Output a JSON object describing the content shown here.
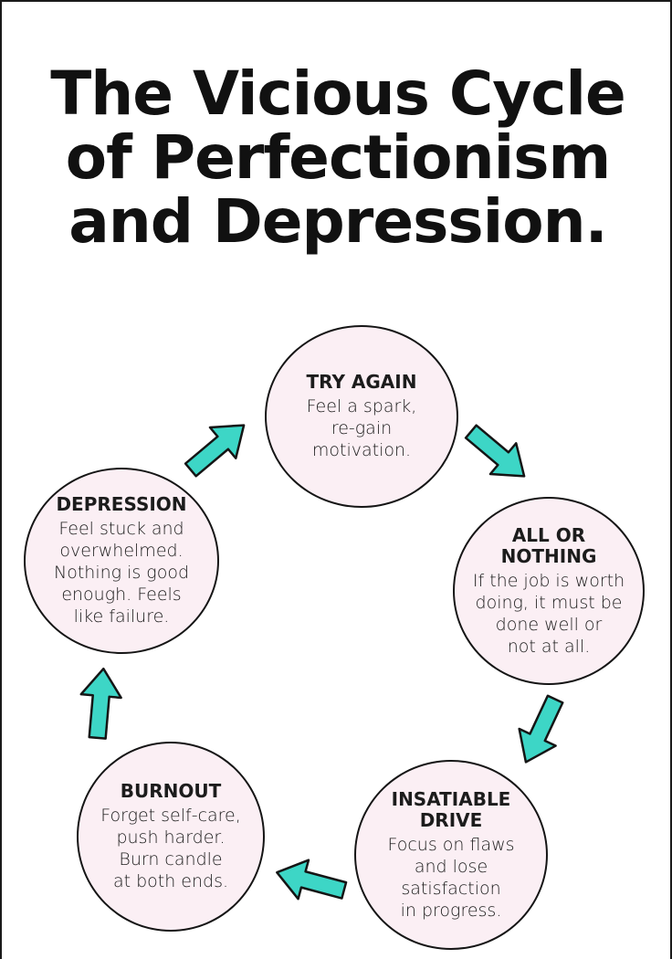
{
  "title_lines": [
    "The Vicious Cycle",
    "of Perfectionism",
    "and Depression."
  ],
  "colors": {
    "circle_fill": "#fbeff4",
    "arrow": "#3dd6c6",
    "outline": "#151515"
  },
  "nodes": {
    "try_again": {
      "heading": [
        "TRY AGAIN"
      ],
      "description": [
        "Feel a spark,",
        "re-gain",
        "motivation."
      ]
    },
    "all_or_nothing": {
      "heading": [
        "ALL OR",
        "NOTHING"
      ],
      "description": [
        "If the job is worth",
        "doing, it must be",
        "done well or",
        "not at all."
      ]
    },
    "insatiable_drive": {
      "heading": [
        "INSATIABLE",
        "DRIVE"
      ],
      "description": [
        "Focus on flaws",
        "and lose",
        "satisfaction",
        "in progress."
      ]
    },
    "burnout": {
      "heading": [
        "BURNOUT"
      ],
      "description": [
        "Forget self-care,",
        "push harder.",
        "Burn candle",
        "at both ends."
      ]
    },
    "depression": {
      "heading": [
        "DEPRESSION"
      ],
      "description": [
        "Feel stuck and",
        "overwhelmed.",
        "Nothing is good",
        "enough. Feels",
        "like failure."
      ]
    }
  }
}
